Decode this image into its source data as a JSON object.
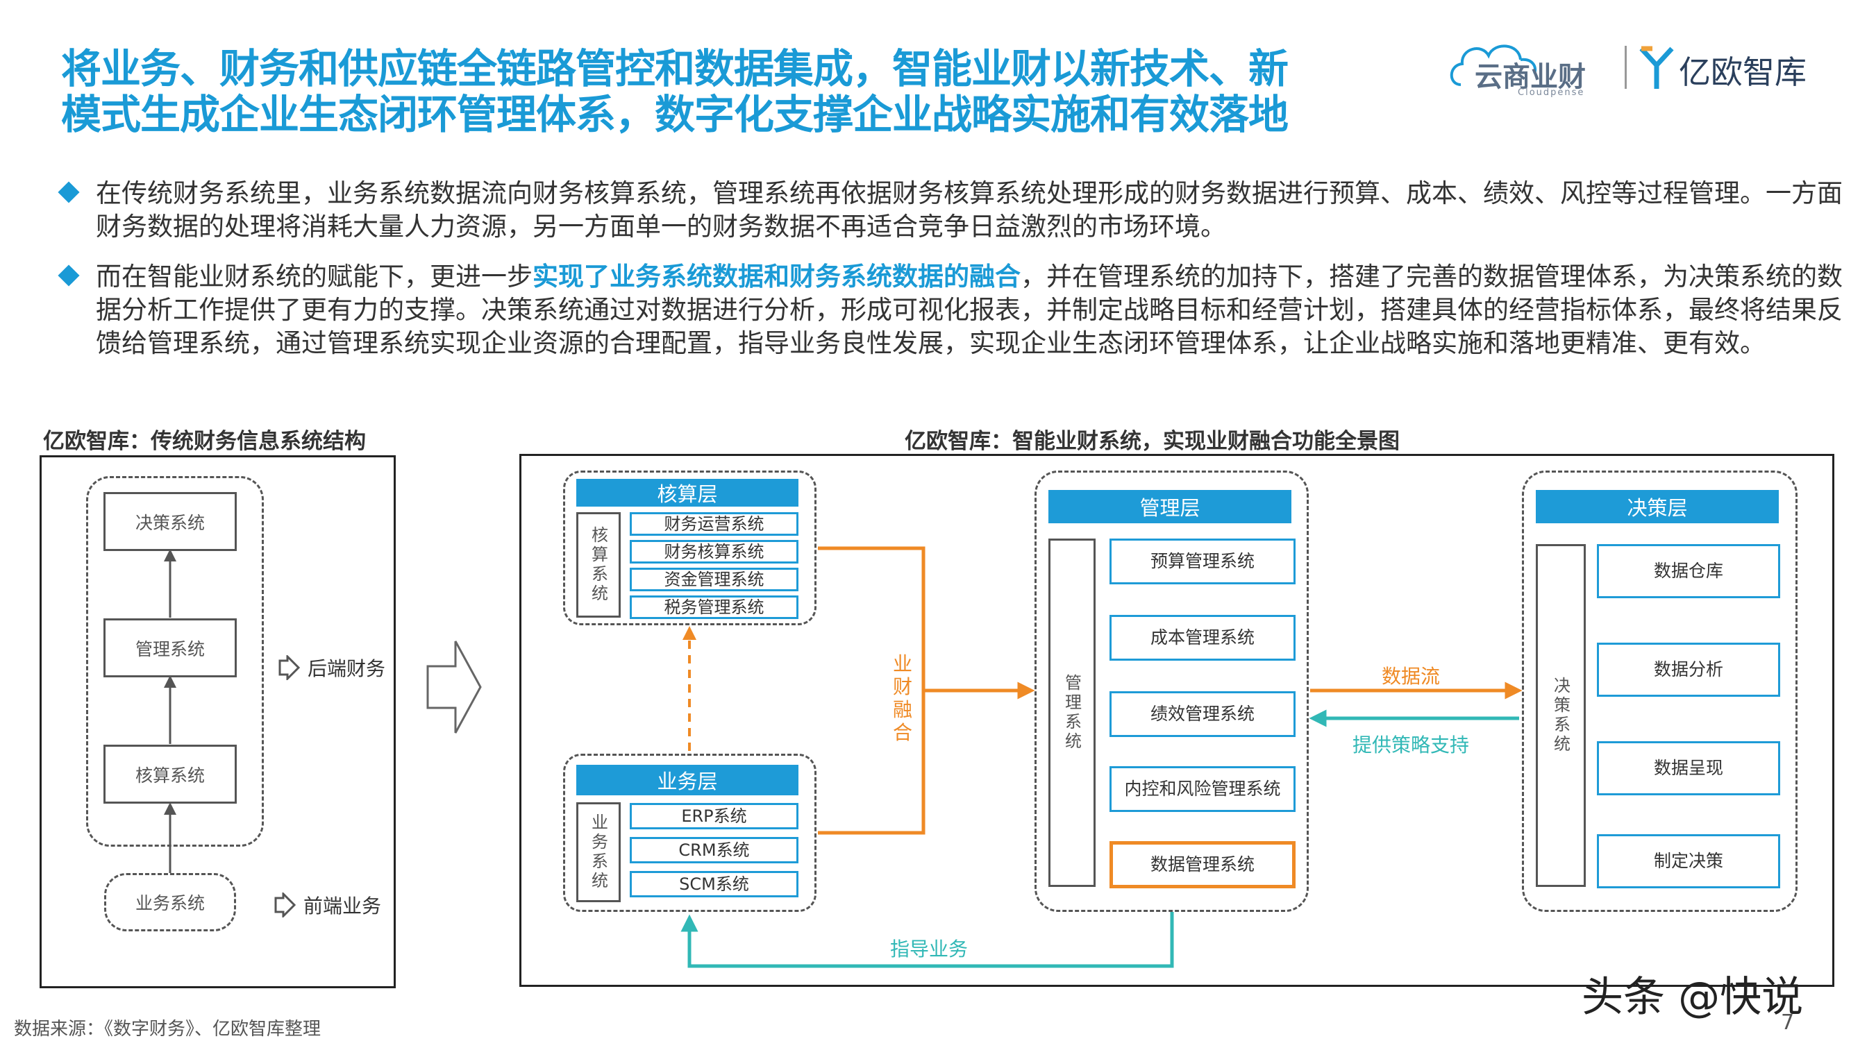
{
  "header": {
    "title_line1": "将业务、财务和供应链全链路管控和数据集成，智能业财以新技术、新",
    "title_line2": "模式生成企业生态闭环管理体系，数字化支撑企业战略实施和有效落地",
    "logo_cloud_text": "云商业财",
    "logo_cloud_sub": "Cloudpense",
    "logo_yiou_text": "亿欧智库",
    "brand_color": "#1a9ad6"
  },
  "bullets": {
    "b1": "在传统财务系统里，业务系统数据流向财务核算系统，管理系统再依据财务核算系统处理形成的财务数据进行预算、成本、绩效、风控等过程管理。一方面财务数据的处理将消耗大量人力资源，另一方面单一的财务数据不再适合竞争日益激烈的市场环境。",
    "b2_pre": "而在智能业财系统的赋能下，更进一步",
    "b2_hl": "实现了业务系统数据和财务系统数据的融合",
    "b2_post": "，并在管理系统的加持下，搭建了完善的数据管理体系，为决策系统的数据分析工作提供了更有力的支撑。决策系统通过对数据进行分析，形成可视化报表，并制定战略目标和经营计划，搭建具体的经营指标体系，最终将结果反馈给管理系统，通过管理系统实现企业资源的合理配置，指导业务良性发展，实现企业生态闭环管理体系，让企业战略实施和落地更精准、更有效。"
  },
  "left_diagram": {
    "heading": "亿欧智库：传统财务信息系统结构",
    "boxes": {
      "decision": "决策系统",
      "management": "管理系统",
      "accounting": "核算系统",
      "business": "业务系统"
    },
    "labels": {
      "backend": "后端财务",
      "frontend": "前端业务"
    }
  },
  "right_diagram": {
    "heading": "亿欧智库：智能业财系统，实现业财融合功能全景图",
    "accounting_layer": {
      "header": "核算层",
      "side": "核算系统",
      "items": [
        "财务运营系统",
        "财务核算系统",
        "资金管理系统",
        "税务管理系统"
      ]
    },
    "business_layer": {
      "header": "业务层",
      "side": "业务系统",
      "items": [
        "ERP系统",
        "CRM系统",
        "SCM系统"
      ]
    },
    "management_layer": {
      "header": "管理层",
      "side": "管理系统",
      "items": [
        "预算管理系统",
        "成本管理系统",
        "绩效管理系统",
        "内控和风险管理系统",
        "数据管理系统"
      ]
    },
    "decision_layer": {
      "header": "决策层",
      "side": "决策系统",
      "items": [
        "数据仓库",
        "数据分析",
        "数据呈现",
        "制定决策"
      ]
    },
    "flows": {
      "fusion": "业财融合",
      "data_flow": "数据流",
      "strategy_support": "提供策略支持",
      "guide_business": "指导业务"
    },
    "colors": {
      "layer_blue": "#1e9bd7",
      "orange": "#ef8a25",
      "teal": "#31b8b6"
    }
  },
  "footer": {
    "source": "数据来源：《数字财务》、亿欧智库整理",
    "watermark": "头条 @快说",
    "page_number": "7"
  }
}
